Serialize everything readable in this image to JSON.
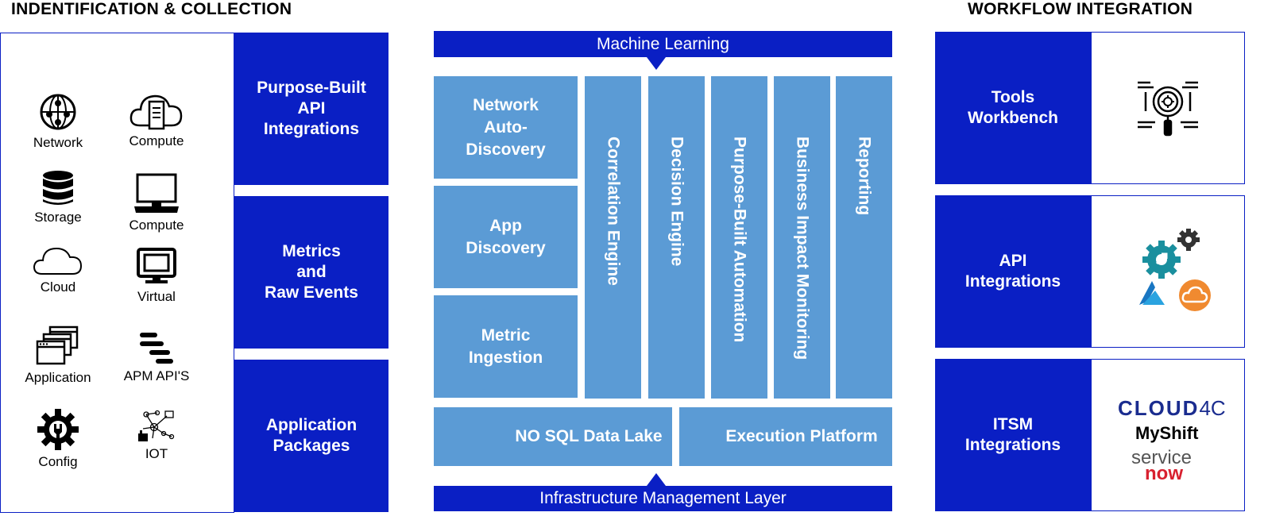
{
  "headings": {
    "left": "INDENTIFICATION & COLLECTION",
    "right": "WORKFLOW INTEGRATION"
  },
  "sources": [
    {
      "label": "Network",
      "icon": "network-icon"
    },
    {
      "label": "Compute",
      "icon": "cloud-compute-icon"
    },
    {
      "label": "Storage",
      "icon": "database-icon"
    },
    {
      "label": "Compute",
      "icon": "monitor-icon"
    },
    {
      "label": "Cloud",
      "icon": "cloud-icon"
    },
    {
      "label": "Virtual",
      "icon": "virtual-monitor-icon"
    },
    {
      "label": "Application",
      "icon": "windows-stack-icon"
    },
    {
      "label": "APM API'S",
      "icon": "apm-bars-icon"
    },
    {
      "label": "Config",
      "icon": "gear-wrench-icon"
    },
    {
      "label": "IOT",
      "icon": "iot-icon"
    }
  ],
  "collection": [
    "Purpose-Built\nAPI\nIntegrations",
    "Metrics\nand\nRaw Events",
    "Application\nPackages"
  ],
  "center": {
    "top_banner": "Machine Learning",
    "discovery": [
      "Network\nAuto-\nDiscovery",
      "App\nDiscovery",
      "Metric\nIngestion"
    ],
    "engines": [
      "Correlation Engine",
      "Decision Engine",
      "Purpose-Built Automation",
      "Business Impact Monitoring",
      "Reporting"
    ],
    "data_lake": "NO SQL Data Lake",
    "execution": "Execution Platform",
    "bottom_banner": "Infrastructure Management Layer"
  },
  "workflow": [
    {
      "label": "Tools\nWorkbench",
      "icon": "analytics-magnifier-icon"
    },
    {
      "label": "API\nIntegrations",
      "icon": "api-gears-cloud-icon"
    },
    {
      "label": "ITSM\nIntegrations",
      "icon": "itsm-logos"
    }
  ],
  "logos": {
    "cloud4c_main": "CLOUD",
    "cloud4c_suffix": "4C",
    "myshift": "MyShift",
    "service": "service",
    "now": "now"
  },
  "colors": {
    "dark_blue": "#0a1fc4",
    "light_blue": "#5b9bd5"
  }
}
